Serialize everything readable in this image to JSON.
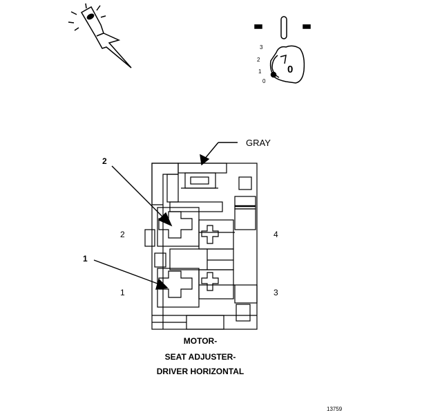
{
  "figure": {
    "callouts": {
      "gray": "GRAY",
      "two": "2",
      "one": "1"
    },
    "pins": {
      "p2": "2",
      "p4": "4",
      "p1": "1",
      "p3": "3"
    },
    "caption": {
      "line1": "MOTOR-",
      "line2": "SEAT ADJUSTER-",
      "line3": "DRIVER HORIZONTAL"
    },
    "ignition": {
      "marks": [
        "3",
        "2",
        "1",
        "0"
      ],
      "key_letter": "0"
    },
    "figure_number": "13759"
  },
  "colors": {
    "ink": "#000000",
    "paper": "#ffffff"
  },
  "icons": [
    "test-light-probe-icon",
    "ignition-switch-icon"
  ]
}
